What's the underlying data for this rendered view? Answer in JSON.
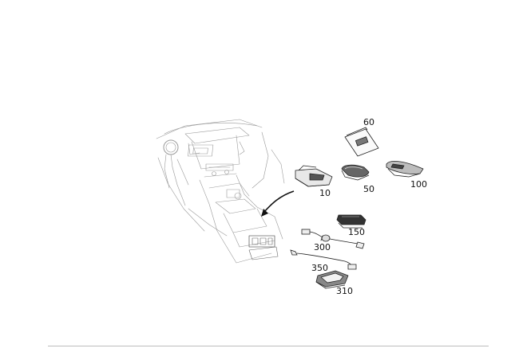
{
  "diagram": {
    "part_labels": [
      "60",
      "10",
      "50",
      "100",
      "150",
      "300",
      "350",
      "310"
    ],
    "line_color": "#222222",
    "faint_color": "#9a9a9a",
    "rule_color": "#bdbdbd"
  }
}
